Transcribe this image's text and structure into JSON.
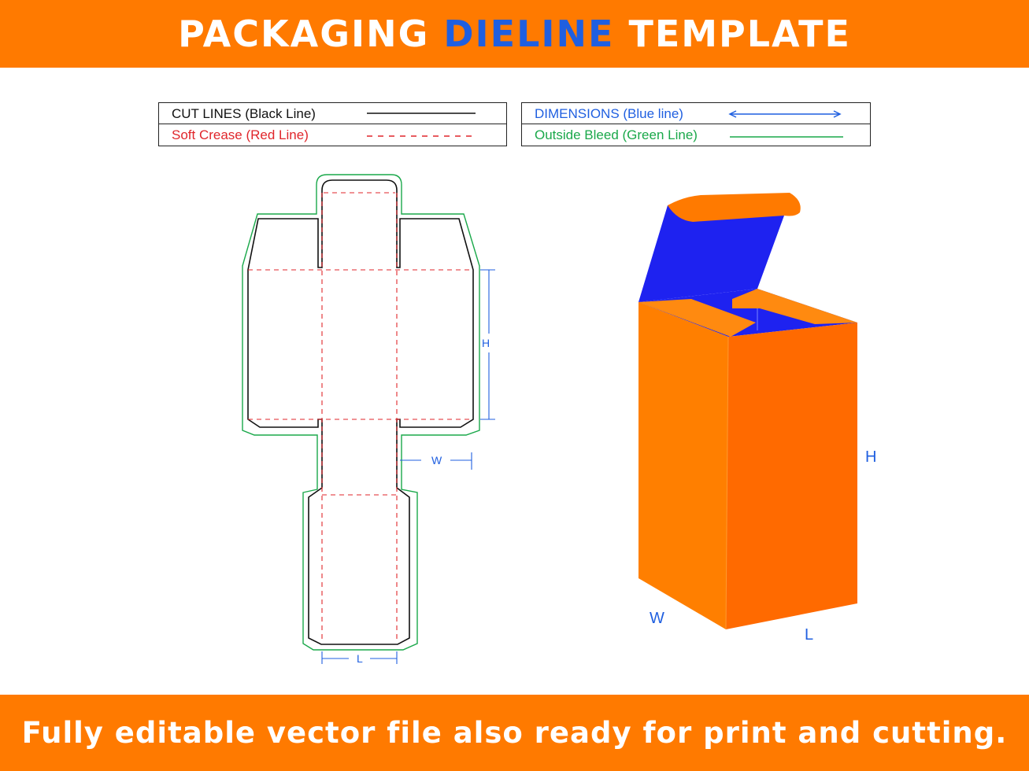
{
  "header": {
    "title_part1": "PACKAGING ",
    "title_accent": "DIELINE",
    "title_part2": " TEMPLATE",
    "accent_color": "#1f5fe0",
    "banner_color": "#ff7a00"
  },
  "legend": {
    "cut_lines": "CUT LINES (Black Line)",
    "soft_crease": "Soft Crease (Red Line)",
    "dimensions": "DIMENSIONS (Blue line)",
    "outside_bleed": "Outside Bleed (Green Line)"
  },
  "colors": {
    "cut": "#111111",
    "crease": "#e0262b",
    "dimension": "#1f5fe0",
    "bleed": "#1aa84a",
    "box_orange": "#ff7a00",
    "box_blue": "#1e22f0"
  },
  "dieline": {
    "label_h": "H",
    "label_w": "W",
    "label_l": "L"
  },
  "box3d": {
    "label_h": "H",
    "label_w": "W",
    "label_l": "L"
  },
  "footer": {
    "text": "Fully editable vector file also ready for print and cutting."
  }
}
